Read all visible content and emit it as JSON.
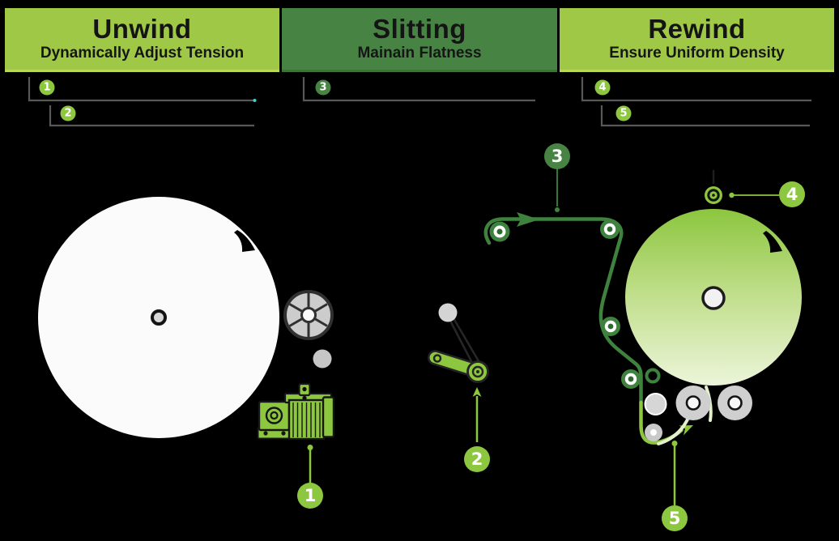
{
  "headers": [
    {
      "title": "Unwind",
      "subtitle": "Dynamically Adjust Tension"
    },
    {
      "title": "Slitting",
      "subtitle": "Mainain Flatness"
    },
    {
      "title": "Rewind",
      "subtitle": "Ensure Uniform Density"
    }
  ],
  "legend_markers": [
    {
      "number": "1"
    },
    {
      "number": "2"
    },
    {
      "number": "3"
    },
    {
      "number": "4"
    },
    {
      "number": "5"
    }
  ],
  "diagram_markers": [
    {
      "number": "1"
    },
    {
      "number": "2"
    },
    {
      "number": "3"
    },
    {
      "number": "4"
    },
    {
      "number": "5"
    }
  ],
  "colors": {
    "background": "#000000",
    "accent_light_green": "#8dc63f",
    "header_light_green": "#9ec845",
    "header_dark_green": "#478443",
    "web_dark_green": "#3e823e",
    "bracket_gray": "#58595b",
    "pale_web": "#e4f0cd",
    "roll_gradient_top": "#8cc63e",
    "roll_gradient_bottom": "#ecf5da"
  }
}
